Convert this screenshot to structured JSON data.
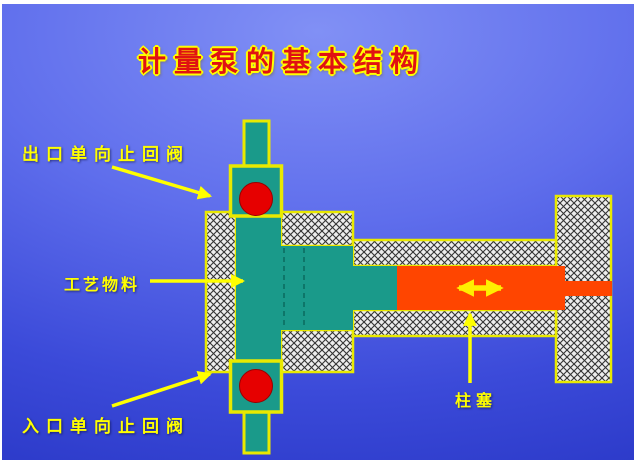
{
  "title": "计量泵的基本结构",
  "annotations": {
    "outlet_valve": "出口单向止回阀",
    "process_material": "工艺物料",
    "inlet_valve": "入口单向止回阀",
    "plunger": "柱塞"
  },
  "colors": {
    "title_red": "#e01212",
    "title_outline_yellow": "#ffff00",
    "callout_yellow": "#ffff00",
    "pump_chamber_teal": "#1a9a8a",
    "plunger_orange": "#ff4500",
    "valve_ball_red": "#e60000",
    "body_outline_yellow": "#e9e900",
    "background_blue_top": "#8190f5",
    "background_blue_bottom": "#2836c5"
  }
}
